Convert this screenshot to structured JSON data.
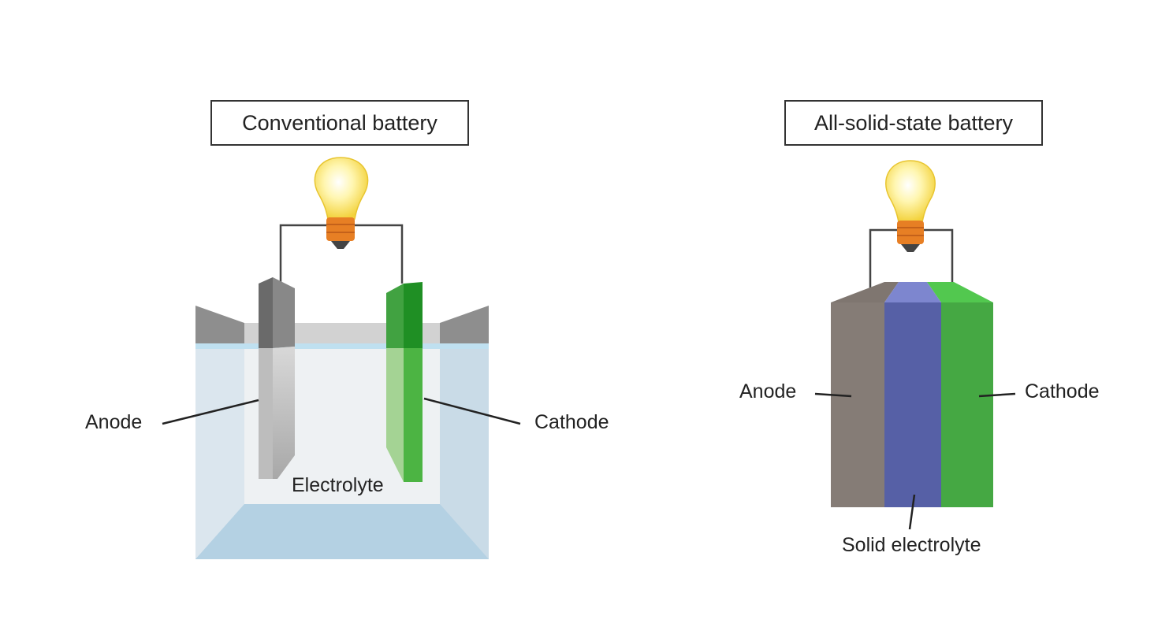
{
  "conventional": {
    "title": "Conventional battery",
    "anode_label": "Anode",
    "cathode_label": "Cathode",
    "electrolyte_label": "Electrolyte"
  },
  "solid_state": {
    "title": "All-solid-state battery",
    "anode_label": "Anode",
    "cathode_label": "Cathode",
    "electrolyte_label": "Solid electrolyte"
  },
  "colors": {
    "anode": "#857c76",
    "cathode": "#45a843",
    "solid_electrolyte": "#5660a6",
    "liquid_electrolyte": "#dfe9f0",
    "bulb": "#ffe878",
    "bulb_base": "#e77f24"
  }
}
